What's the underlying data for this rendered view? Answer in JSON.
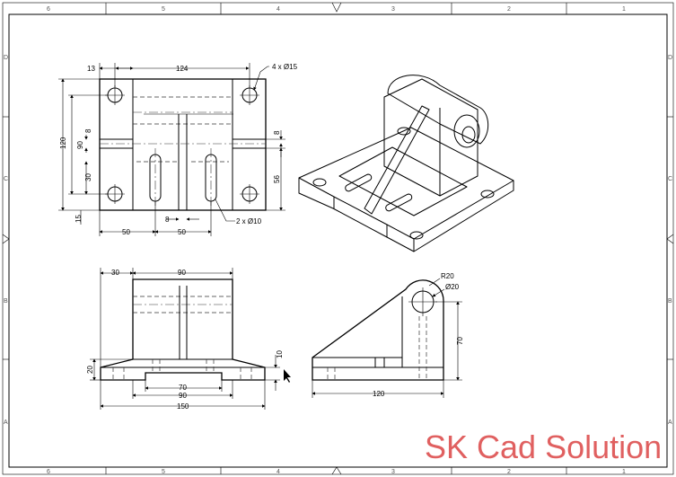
{
  "zones": {
    "top": [
      "6",
      "5",
      "4",
      "3",
      "2",
      "1"
    ],
    "bottom": [
      "6",
      "5",
      "4",
      "3",
      "2",
      "1"
    ],
    "left": [
      "D",
      "C",
      "B",
      "A"
    ],
    "right": [
      "D",
      "C",
      "B",
      "A"
    ]
  },
  "top_view": {
    "dims": {
      "d13": "13",
      "d124": "124",
      "holes4": "4 x Ø15",
      "d120": "120",
      "d90": "90",
      "d8_left": "8",
      "d30": "30",
      "d8_right": "8",
      "d56": "56",
      "d15": "15",
      "d8_bottom": "8",
      "slots2": "2 x Ø10",
      "d50_a": "50",
      "d50_b": "50"
    }
  },
  "front_view": {
    "dims": {
      "d30": "30",
      "d90": "90",
      "d20": "20",
      "d10": "10",
      "d70": "70",
      "d90_b": "90",
      "d150": "150"
    }
  },
  "side_view": {
    "dims": {
      "r20": "R20",
      "dia20": "Ø20",
      "d70": "70",
      "d120": "120"
    }
  },
  "watermark": "SK Cad Solution",
  "colors": {
    "line": "#000000",
    "watermark": "#e06060"
  }
}
